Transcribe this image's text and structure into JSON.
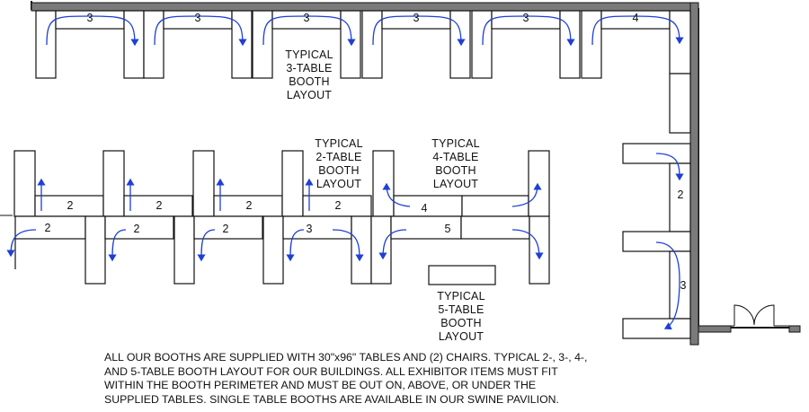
{
  "captions": {
    "three_table": [
      "TYPICAL",
      "3-TABLE",
      "BOOTH",
      "LAYOUT"
    ],
    "two_table": [
      "TYPICAL",
      "2-TABLE",
      "BOOTH",
      "LAYOUT"
    ],
    "four_table": [
      "TYPICAL",
      "4-TABLE",
      "BOOTH",
      "LAYOUT"
    ],
    "five_table": [
      "TYPICAL",
      "5-TABLE",
      "BOOTH",
      "LAYOUT"
    ]
  },
  "note": [
    "ALL OUR BOOTHS ARE SUPPLIED WITH 30\"x96\" TABLES AND (2) CHAIRS.  TYPICAL 2-, 3-, 4-,",
    "AND 5-TABLE BOOTH LAYOUT FOR OUR BUILDINGS.  ALL EXHIBITOR ITEMS MUST FIT",
    "WITHIN THE BOOTH PERIMETER AND MUST BE OUT ON, ABOVE, OR UNDER THE",
    "SUPPLIED TABLES.  SINGLE TABLE BOOTHS ARE AVAILABLE IN OUR SWINE PAVILION."
  ],
  "booth_counts": {
    "top_row": [
      "3",
      "3",
      "3",
      "3",
      "3",
      "4"
    ],
    "right_wall": [
      "2",
      "3"
    ],
    "middle_upper": [
      "2",
      "2",
      "2",
      "2",
      "4"
    ],
    "middle_lower": [
      "2",
      "2",
      "2",
      "3",
      "5"
    ]
  },
  "colors": {
    "line": "#111111",
    "wall_gray": "#7a7a7a",
    "traffic_arrow": "#1f3fd6",
    "background": "#ffffff"
  }
}
